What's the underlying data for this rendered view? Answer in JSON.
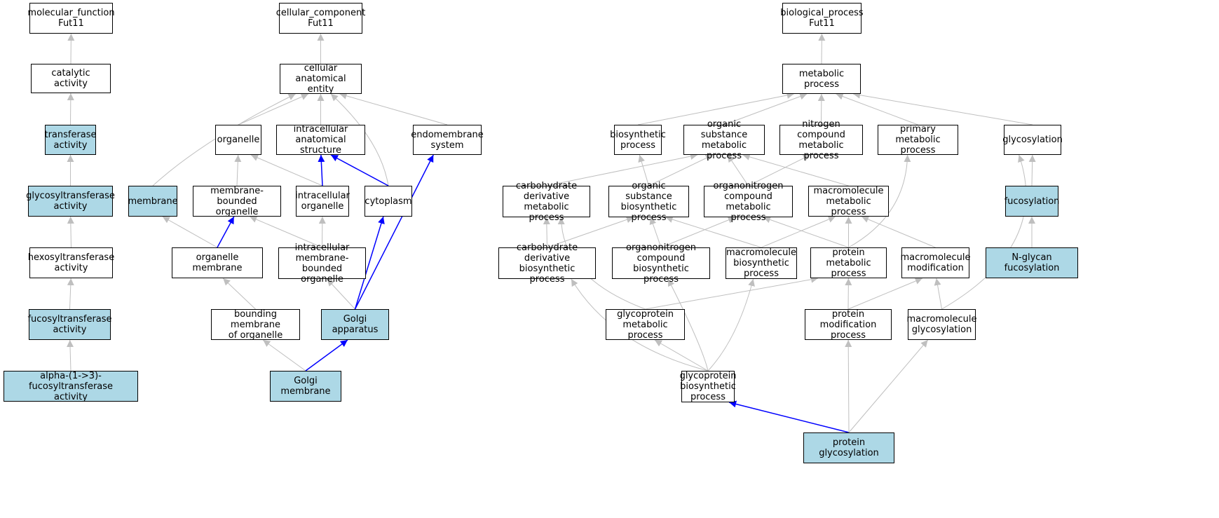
{
  "colors": {
    "highlight_fill": "#add8e6",
    "default_fill": "#ffffff",
    "edge_gray": "#bfbfbf",
    "edge_blue": "#0000ff",
    "border": "#000000"
  },
  "nodes": [
    {
      "id": "mf_root",
      "label": "molecular_function\nFut11",
      "highlight": false
    },
    {
      "id": "catalytic",
      "label": "catalytic activity",
      "highlight": false
    },
    {
      "id": "transferase",
      "label": "transferase\nactivity",
      "highlight": true
    },
    {
      "id": "glycosyltransferase",
      "label": "glycosyltransferase\nactivity",
      "highlight": true
    },
    {
      "id": "hexosyltransferase",
      "label": "hexosyltransferase\nactivity",
      "highlight": false
    },
    {
      "id": "fucosyltransferase",
      "label": "fucosyltransferase\nactivity",
      "highlight": true
    },
    {
      "id": "alpha13",
      "label": "alpha-(1->3)-fucosyltransferase\nactivity",
      "highlight": true
    },
    {
      "id": "cc_root",
      "label": "cellular_component\nFut11",
      "highlight": false
    },
    {
      "id": "cae",
      "label": "cellular anatomical\nentity",
      "highlight": false
    },
    {
      "id": "organelle",
      "label": "organelle",
      "highlight": false
    },
    {
      "id": "ias",
      "label": "intracellular\nanatomical structure",
      "highlight": false
    },
    {
      "id": "endomembrane",
      "label": "endomembrane\nsystem",
      "highlight": false
    },
    {
      "id": "membrane",
      "label": "membrane",
      "highlight": true
    },
    {
      "id": "mbo",
      "label": "membrane-bounded\norganelle",
      "highlight": false
    },
    {
      "id": "io",
      "label": "intracellular\norganelle",
      "highlight": false
    },
    {
      "id": "cytoplasm",
      "label": "cytoplasm",
      "highlight": false
    },
    {
      "id": "om",
      "label": "organelle membrane",
      "highlight": false
    },
    {
      "id": "imbo",
      "label": "intracellular\nmembrane-bounded\norganelle",
      "highlight": false
    },
    {
      "id": "bmo",
      "label": "bounding membrane\nof organelle",
      "highlight": false
    },
    {
      "id": "golgi",
      "label": "Golgi apparatus",
      "highlight": true
    },
    {
      "id": "golgi_mem",
      "label": "Golgi membrane",
      "highlight": true
    },
    {
      "id": "bp_root",
      "label": "biological_process\nFut11",
      "highlight": false
    },
    {
      "id": "metabolic",
      "label": "metabolic process",
      "highlight": false
    },
    {
      "id": "biosynthetic",
      "label": "biosynthetic\nprocess",
      "highlight": false
    },
    {
      "id": "osmp",
      "label": "organic substance\nmetabolic process",
      "highlight": false
    },
    {
      "id": "ncmp",
      "label": "nitrogen compound\nmetabolic process",
      "highlight": false
    },
    {
      "id": "pmp",
      "label": "primary metabolic\nprocess",
      "highlight": false
    },
    {
      "id": "glycosylation",
      "label": "glycosylation",
      "highlight": false
    },
    {
      "id": "cdmp",
      "label": "carbohydrate\nderivative metabolic\nprocess",
      "highlight": false
    },
    {
      "id": "osbp",
      "label": "organic substance\nbiosynthetic\nprocess",
      "highlight": false
    },
    {
      "id": "onmp",
      "label": "organonitrogen\ncompound metabolic\nprocess",
      "highlight": false
    },
    {
      "id": "mmp",
      "label": "macromolecule\nmetabolic process",
      "highlight": false
    },
    {
      "id": "fucosylation",
      "label": "fucosylation",
      "highlight": true
    },
    {
      "id": "cdbp",
      "label": "carbohydrate\nderivative biosynthetic\nprocess",
      "highlight": false
    },
    {
      "id": "onbp",
      "label": "organonitrogen\ncompound biosynthetic\nprocess",
      "highlight": false
    },
    {
      "id": "mbp",
      "label": "macromolecule\nbiosynthetic\nprocess",
      "highlight": false
    },
    {
      "id": "protmp",
      "label": "protein metabolic\nprocess",
      "highlight": false
    },
    {
      "id": "mmod",
      "label": "macromolecule\nmodification",
      "highlight": false
    },
    {
      "id": "nglycan",
      "label": "N-glycan fucosylation",
      "highlight": true
    },
    {
      "id": "gpmp",
      "label": "glycoprotein\nmetabolic process",
      "highlight": false
    },
    {
      "id": "pmodp",
      "label": "protein modification\nprocess",
      "highlight": false
    },
    {
      "id": "mglyc",
      "label": "macromolecule\nglycosylation",
      "highlight": false
    },
    {
      "id": "gpbp",
      "label": "glycoprotein\nbiosynthetic\nprocess",
      "highlight": false
    },
    {
      "id": "protglyc",
      "label": "protein glycosylation",
      "highlight": true
    }
  ],
  "edges": [
    {
      "from": "catalytic",
      "to": "mf_root",
      "color": "gray"
    },
    {
      "from": "transferase",
      "to": "catalytic",
      "color": "gray"
    },
    {
      "from": "glycosyltransferase",
      "to": "transferase",
      "color": "gray"
    },
    {
      "from": "hexosyltransferase",
      "to": "glycosyltransferase",
      "color": "gray"
    },
    {
      "from": "fucosyltransferase",
      "to": "hexosyltransferase",
      "color": "gray"
    },
    {
      "from": "alpha13",
      "to": "fucosyltransferase",
      "color": "gray"
    },
    {
      "from": "cae",
      "to": "cc_root",
      "color": "gray"
    },
    {
      "from": "organelle",
      "to": "cae",
      "color": "gray"
    },
    {
      "from": "ias",
      "to": "cae",
      "color": "gray"
    },
    {
      "from": "endomembrane",
      "to": "cae",
      "color": "gray"
    },
    {
      "from": "membrane",
      "to": "cae",
      "color": "gray"
    },
    {
      "from": "cytoplasm",
      "to": "cae",
      "color": "gray"
    },
    {
      "from": "mbo",
      "to": "organelle",
      "color": "gray"
    },
    {
      "from": "io",
      "to": "organelle",
      "color": "gray"
    },
    {
      "from": "io",
      "to": "ias",
      "color": "blue"
    },
    {
      "from": "cytoplasm",
      "to": "ias",
      "color": "blue"
    },
    {
      "from": "om",
      "to": "membrane",
      "color": "gray"
    },
    {
      "from": "om",
      "to": "mbo",
      "color": "blue"
    },
    {
      "from": "imbo",
      "to": "mbo",
      "color": "gray"
    },
    {
      "from": "imbo",
      "to": "io",
      "color": "gray"
    },
    {
      "from": "bmo",
      "to": "om",
      "color": "gray"
    },
    {
      "from": "golgi",
      "to": "imbo",
      "color": "gray"
    },
    {
      "from": "golgi",
      "to": "cytoplasm",
      "color": "blue"
    },
    {
      "from": "golgi",
      "to": "endomembrane",
      "color": "blue"
    },
    {
      "from": "golgi_mem",
      "to": "bmo",
      "color": "gray"
    },
    {
      "from": "golgi_mem",
      "to": "golgi",
      "color": "blue"
    },
    {
      "from": "metabolic",
      "to": "bp_root",
      "color": "gray"
    },
    {
      "from": "biosynthetic",
      "to": "metabolic",
      "color": "gray"
    },
    {
      "from": "osmp",
      "to": "metabolic",
      "color": "gray"
    },
    {
      "from": "ncmp",
      "to": "metabolic",
      "color": "gray"
    },
    {
      "from": "pmp",
      "to": "metabolic",
      "color": "gray"
    },
    {
      "from": "glycosylation",
      "to": "metabolic",
      "color": "gray"
    },
    {
      "from": "cdmp",
      "to": "osmp",
      "color": "gray"
    },
    {
      "from": "osbp",
      "to": "biosynthetic",
      "color": "gray"
    },
    {
      "from": "osbp",
      "to": "osmp",
      "color": "gray"
    },
    {
      "from": "onmp",
      "to": "osmp",
      "color": "gray"
    },
    {
      "from": "onmp",
      "to": "ncmp",
      "color": "gray"
    },
    {
      "from": "mmp",
      "to": "osmp",
      "color": "gray"
    },
    {
      "from": "fucosylation",
      "to": "glycosylation",
      "color": "gray"
    },
    {
      "from": "cdbp",
      "to": "cdmp",
      "color": "gray"
    },
    {
      "from": "cdbp",
      "to": "osbp",
      "color": "gray"
    },
    {
      "from": "onbp",
      "to": "osbp",
      "color": "gray"
    },
    {
      "from": "onbp",
      "to": "onmp",
      "color": "gray"
    },
    {
      "from": "mbp",
      "to": "osbp",
      "color": "gray"
    },
    {
      "from": "mbp",
      "to": "mmp",
      "color": "gray"
    },
    {
      "from": "protmp",
      "to": "pmp",
      "color": "gray"
    },
    {
      "from": "protmp",
      "to": "onmp",
      "color": "gray"
    },
    {
      "from": "protmp",
      "to": "mmp",
      "color": "gray"
    },
    {
      "from": "mmod",
      "to": "mmp",
      "color": "gray"
    },
    {
      "from": "nglycan",
      "to": "fucosylation",
      "color": "gray"
    },
    {
      "from": "gpmp",
      "to": "cdmp",
      "color": "gray"
    },
    {
      "from": "gpmp",
      "to": "protmp",
      "color": "gray"
    },
    {
      "from": "pmodp",
      "to": "protmp",
      "color": "gray"
    },
    {
      "from": "pmodp",
      "to": "mmod",
      "color": "gray"
    },
    {
      "from": "mglyc",
      "to": "mmod",
      "color": "gray"
    },
    {
      "from": "mglyc",
      "to": "glycosylation",
      "color": "gray"
    },
    {
      "from": "gpbp",
      "to": "cdbp",
      "color": "gray"
    },
    {
      "from": "gpbp",
      "to": "onbp",
      "color": "gray"
    },
    {
      "from": "gpbp",
      "to": "mbp",
      "color": "gray"
    },
    {
      "from": "gpbp",
      "to": "gpmp",
      "color": "gray"
    },
    {
      "from": "protglyc",
      "to": "gpbp",
      "color": "blue"
    },
    {
      "from": "protglyc",
      "to": "pmodp",
      "color": "gray"
    },
    {
      "from": "protglyc",
      "to": "mglyc",
      "color": "gray"
    }
  ]
}
